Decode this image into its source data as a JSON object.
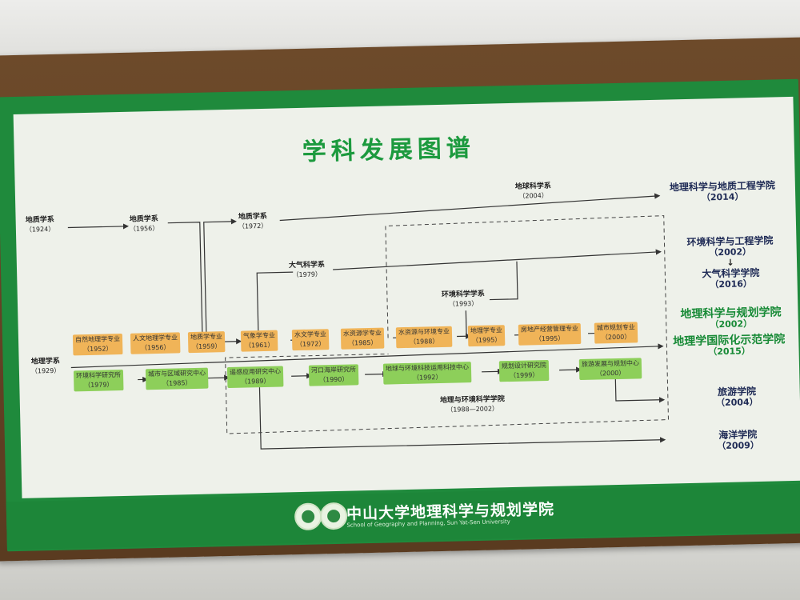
{
  "title": "学科发展图谱",
  "left": [
    {
      "name": "地质学系",
      "year": "（1924）"
    },
    {
      "name": "地理学系",
      "year": "（1929）"
    }
  ],
  "top_labels": [
    {
      "name": "地质学系",
      "year": "（1956）"
    },
    {
      "name": "地质学系",
      "year": "（1972）"
    },
    {
      "name": "地球科学系",
      "year": "（2004）"
    },
    {
      "name": "大气科学系",
      "year": "（1979）"
    },
    {
      "name": "环境科学学系",
      "year": "（1993）"
    },
    {
      "name": "地理与环境科学学院",
      "year": "（1988—2002）"
    }
  ],
  "majors": [
    {
      "name": "自然地理学专业",
      "year": "（1952）"
    },
    {
      "name": "人文地理学专业",
      "year": "（1956）"
    },
    {
      "name": "地质学专业",
      "year": "（1959）"
    },
    {
      "name": "气象学专业",
      "year": "（1961）"
    },
    {
      "name": "水文学专业",
      "year": "（1972）"
    },
    {
      "name": "水资源学专业",
      "year": "（1985）"
    },
    {
      "name": "水资源与环境专业",
      "year": "（1988）"
    },
    {
      "name": "地理学专业",
      "year": "（1995）"
    },
    {
      "name": "房地产经营管理专业",
      "year": "（1995）"
    },
    {
      "name": "城市规划专业",
      "year": "（2000）"
    }
  ],
  "institutes": [
    {
      "name": "环境科学研究所",
      "year": "（1979）"
    },
    {
      "name": "城市与区域研究中心",
      "year": "（1985）"
    },
    {
      "name": "遥感应用研究中心",
      "year": "（1989）"
    },
    {
      "name": "河口海岸研究所",
      "year": "（1990）"
    },
    {
      "name": "地球与环境科技运用科技中心",
      "year": "（1992）"
    },
    {
      "name": "规划设计研究院",
      "year": "（1999）"
    },
    {
      "name": "旅游发展与规划中心",
      "year": "（2000）"
    }
  ],
  "outcomes": [
    {
      "name": "地理科学与地质工程学院",
      "year": "（2014）"
    },
    {
      "name": "环境科学与工程学院",
      "year": "（2002）"
    },
    {
      "name": "大气科学学院",
      "year": "（2016）"
    },
    {
      "name": "地理科学与规划学院",
      "year": "（2002）"
    },
    {
      "name": "地理学国际化示范学院",
      "year": "（2015）"
    },
    {
      "name": "旅游学院",
      "year": "（2004）"
    },
    {
      "name": "海洋学院",
      "year": "（2009）"
    }
  ],
  "footer": {
    "title": "中山大学地理科学与规划学院",
    "subtitle": "School of Geography and Planning, Sun Yat-Sen University"
  },
  "colors": {
    "board_green": "#1f8a3c",
    "major_box": "#f0b458",
    "institute_box": "#8dcf5a",
    "title_green": "#1c9a3e"
  }
}
